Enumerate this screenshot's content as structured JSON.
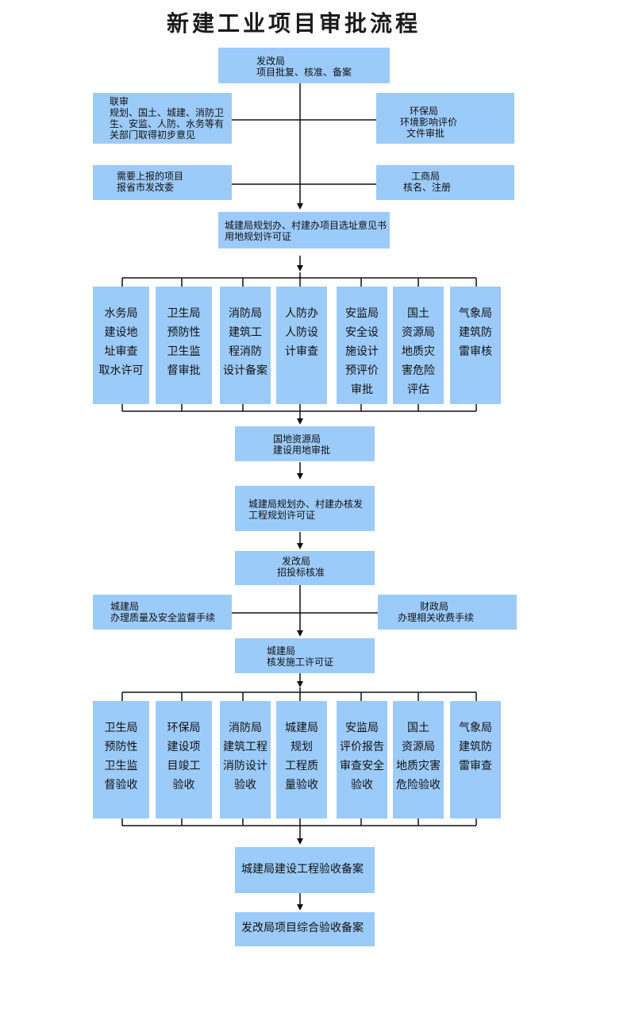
{
  "title": "新建工业项目审批流程",
  "colors": {
    "box_fill": "#9ccbf9",
    "line": "#111111"
  },
  "nodes": {
    "fagai1": [
      "发改局",
      "项目批复、核准、备案"
    ],
    "lianshen": [
      "联审",
      "规划、国土、城建、消防卫",
      "生、安监、人防、水务等有",
      "关部门取得初步意见"
    ],
    "huanbao": [
      "环保局",
      "环境影响评价",
      "文件审批"
    ],
    "shangbao": [
      "需要上报的项目",
      "报省市发改委"
    ],
    "gongshang": [
      "工商局",
      "核名、注册"
    ],
    "chengjian_xuanzhi": [
      "城建局规划办、村建办项目选址意见书",
      "用地规划许可证"
    ],
    "guodi": [
      "国地资源局",
      "建设用地审批"
    ],
    "chengjian_gongcheng": [
      "城建局规划办、村建办核发",
      "工程规划许可证"
    ],
    "fagai2": [
      "发改局",
      "招投标核准"
    ],
    "chengjian_zhiliang": [
      "城建局",
      "办理质量及安全监督手续"
    ],
    "caizheng": [
      "财政局",
      "办理相关收费手续"
    ],
    "chengjian_shigong": [
      "城建局",
      "核发施工许可证"
    ],
    "chengjian_beian": [
      "城建局建设工程验收备案"
    ],
    "fagai_beian": [
      "发改局项目综合验收备案"
    ]
  },
  "row1": [
    [
      "水务局",
      "建设地",
      "址审查",
      "取水许可"
    ],
    [
      "卫生局",
      "预防性",
      "卫生监",
      "督审批"
    ],
    [
      "消防局",
      "建筑工",
      "程消防",
      "设计备案"
    ],
    [
      "人防办",
      "人防设",
      "计审查"
    ],
    [
      "安监局",
      "安全设",
      "施设计",
      "预评价",
      "审批"
    ],
    [
      "国土",
      "资源局",
      "地质灾",
      "害危险",
      "评估"
    ],
    [
      "气象局",
      "建筑防",
      "雷审核"
    ]
  ],
  "row2": [
    [
      "卫生局",
      "预防性",
      "卫生监",
      "督验收"
    ],
    [
      "环保局",
      "建设项",
      "目竣工",
      "验收"
    ],
    [
      "消防局",
      "建筑工程",
      "消防设计",
      "验收"
    ],
    [
      "城建局",
      "规划",
      "工程质",
      "量验收"
    ],
    [
      "安监局",
      "评价报告",
      "审查安全",
      "验收"
    ],
    [
      "国土",
      "资源局",
      "地质灾害",
      "危险验收"
    ],
    [
      "气象局",
      "建筑防",
      "雷审查"
    ]
  ]
}
